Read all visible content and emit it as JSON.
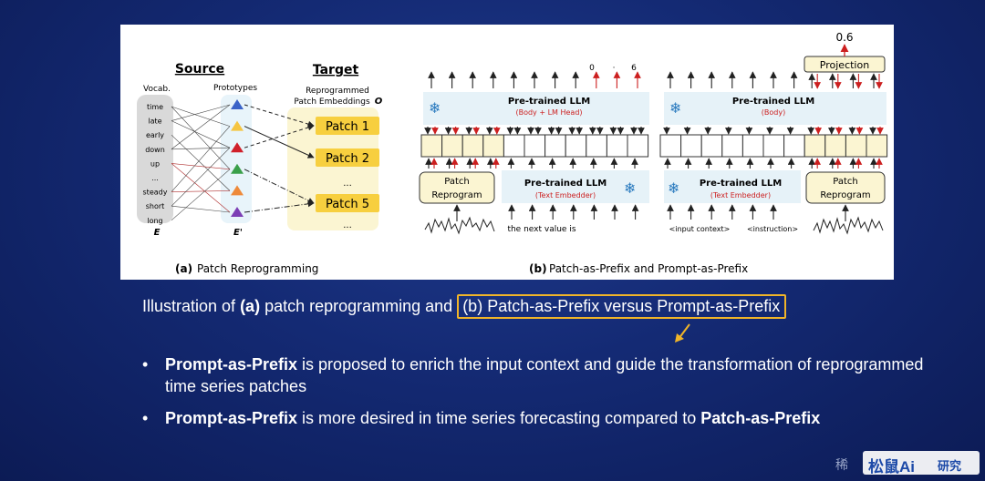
{
  "figure": {
    "left": {
      "source_title": "Source",
      "target_title": "Target",
      "vocab_label": "Vocab.",
      "prototypes_label": "Prototypes",
      "reprogrammed_line1": "Reprogrammed",
      "reprogrammed_line2": "Patch Embeddings",
      "o_symbol": "O",
      "vocab": [
        "time",
        "late",
        "early",
        "down",
        "up",
        "...",
        "steady",
        "short",
        "long"
      ],
      "e_symbol": "E",
      "e_prime_symbol": "E'",
      "patches": [
        "Patch 1",
        "Patch 2",
        "...",
        "Patch 5",
        "..."
      ],
      "caption_tag": "(a)",
      "caption_text": "Patch Reprogramming"
    },
    "right": {
      "prefix_llm": {
        "title": "Pre-trained LLM",
        "subtitle": "(Body + LM Head)",
        "output_labels": [
          "0",
          "·",
          "6"
        ],
        "patch_box_line1": "Patch",
        "patch_box_line2": "Reprogram",
        "embedder_title": "Pre-trained LLM",
        "embedder_subtitle": "(Text Embedder)",
        "prompt_text": "the next value is"
      },
      "prompt_llm": {
        "projection_label": "Projection",
        "output_value": "0.6",
        "title": "Pre-trained LLM",
        "subtitle": "(Body)",
        "embedder_title": "Pre-trained LLM",
        "embedder_subtitle": "(Text Embedder)",
        "input_context": "<input context>",
        "instruction": "<instruction>",
        "patch_box_line1": "Patch",
        "patch_box_line2": "Reprogram"
      },
      "caption_tag": "(b)",
      "caption_text": "Patch-as-Prefix and Prompt-as-Prefix"
    },
    "colors": {
      "prototypes": [
        "#3a63c8",
        "#f5c542",
        "#d0202a",
        "#3aa04a",
        "#ee8a3a",
        "#7c3fb5"
      ],
      "patch_fill": "#f7cf3f",
      "highlight_yellow": "#fbf5d2",
      "llm_band": "#e6f2f8",
      "red_arrow": "#cc1f1f"
    }
  },
  "caption": {
    "prefix": "Illustration of ",
    "a_tag": "(a)",
    "mid": " patch reprogramming and ",
    "boxed": "(b) Patch-as-Prefix versus Prompt-as-Prefix"
  },
  "bullets": [
    {
      "bold": "Prompt-as-Prefix",
      "text": " is proposed to enrich the input context and guide the transformation of reprogrammed time series patches"
    },
    {
      "bold": "Prompt-as-Prefix",
      "text": " is more desired in time series forecasting compared to ",
      "bold2": "Patch-as-Prefix"
    }
  ],
  "watermark": {
    "left_text": "稀",
    "logo_text": "松鼠Ai",
    "logo_suffix": "研究"
  }
}
